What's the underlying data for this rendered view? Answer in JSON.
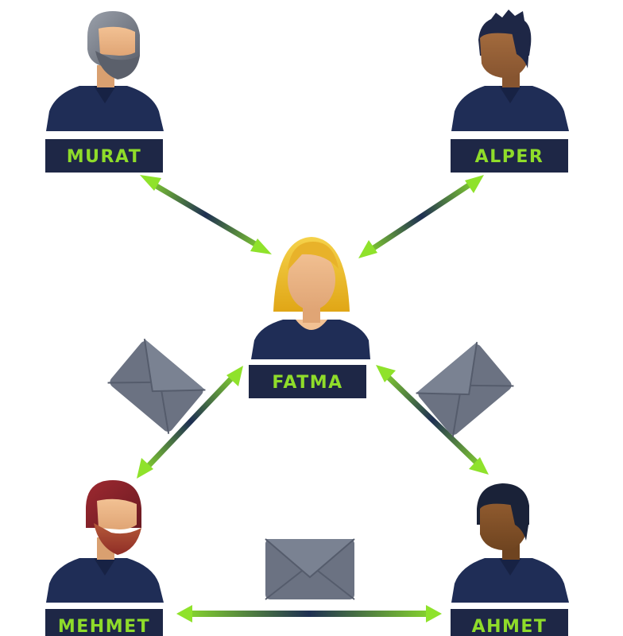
{
  "people": [
    {
      "id": "murat",
      "name": "MURAT"
    },
    {
      "id": "alper",
      "name": "ALPER"
    },
    {
      "id": "fatma",
      "name": "FATMA"
    },
    {
      "id": "mehmet",
      "name": "MEHMET"
    },
    {
      "id": "ahmet",
      "name": "AHMET"
    }
  ],
  "colors": {
    "label_bg": "#1e2746",
    "label_text": "#8fdc2a",
    "shirt": "#1f2d56",
    "shirt_dark": "#172244",
    "arrow_green": "#8fe22b",
    "arrow_navy": "#1e2f52",
    "envelope": "#6b7282",
    "envelope_dark": "#555c6c",
    "envelope_light": "#7a8292"
  },
  "icons": [
    "person-avatar-icon",
    "envelope-icon",
    "double-arrow-icon"
  ]
}
